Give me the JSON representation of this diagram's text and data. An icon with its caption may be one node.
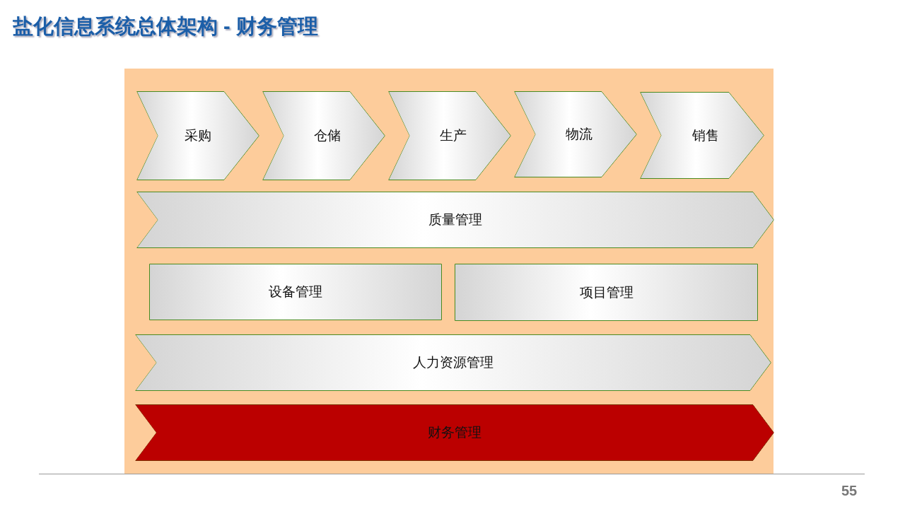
{
  "diagram": {
    "title": "盐化信息系统总体架构 - 财务管理",
    "nodes": [
      {
        "text": [
          "采购"
        ]
      },
      {
        "text": [
          "仓储"
        ]
      },
      {
        "text": [
          "生产"
        ]
      },
      {
        "text": [
          "物流"
        ]
      },
      {
        "text": [
          "销售"
        ]
      },
      {
        "text": [
          "质量管理"
        ]
      },
      {
        "text": [
          "设备管理"
        ]
      },
      {
        "text": [
          "项目管理"
        ]
      },
      {
        "text": [
          "人力资源管理"
        ]
      },
      {
        "text": [
          "财务管理"
        ]
      }
    ],
    "labels": [
      "55"
    ]
  }
}
